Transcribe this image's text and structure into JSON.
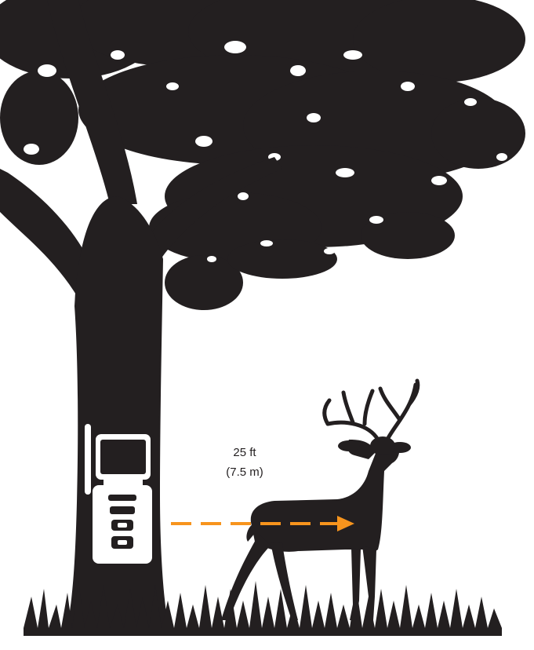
{
  "distance": {
    "primary": "25 ft",
    "secondary": "(7.5 m)"
  },
  "colors": {
    "silhouette": "#231f20",
    "arrow": "#f7941d",
    "background": "#ffffff"
  },
  "icons": [
    "tree-silhouette",
    "trail-camera-icon",
    "deer-silhouette",
    "grass-silhouette",
    "arrow-icon"
  ]
}
